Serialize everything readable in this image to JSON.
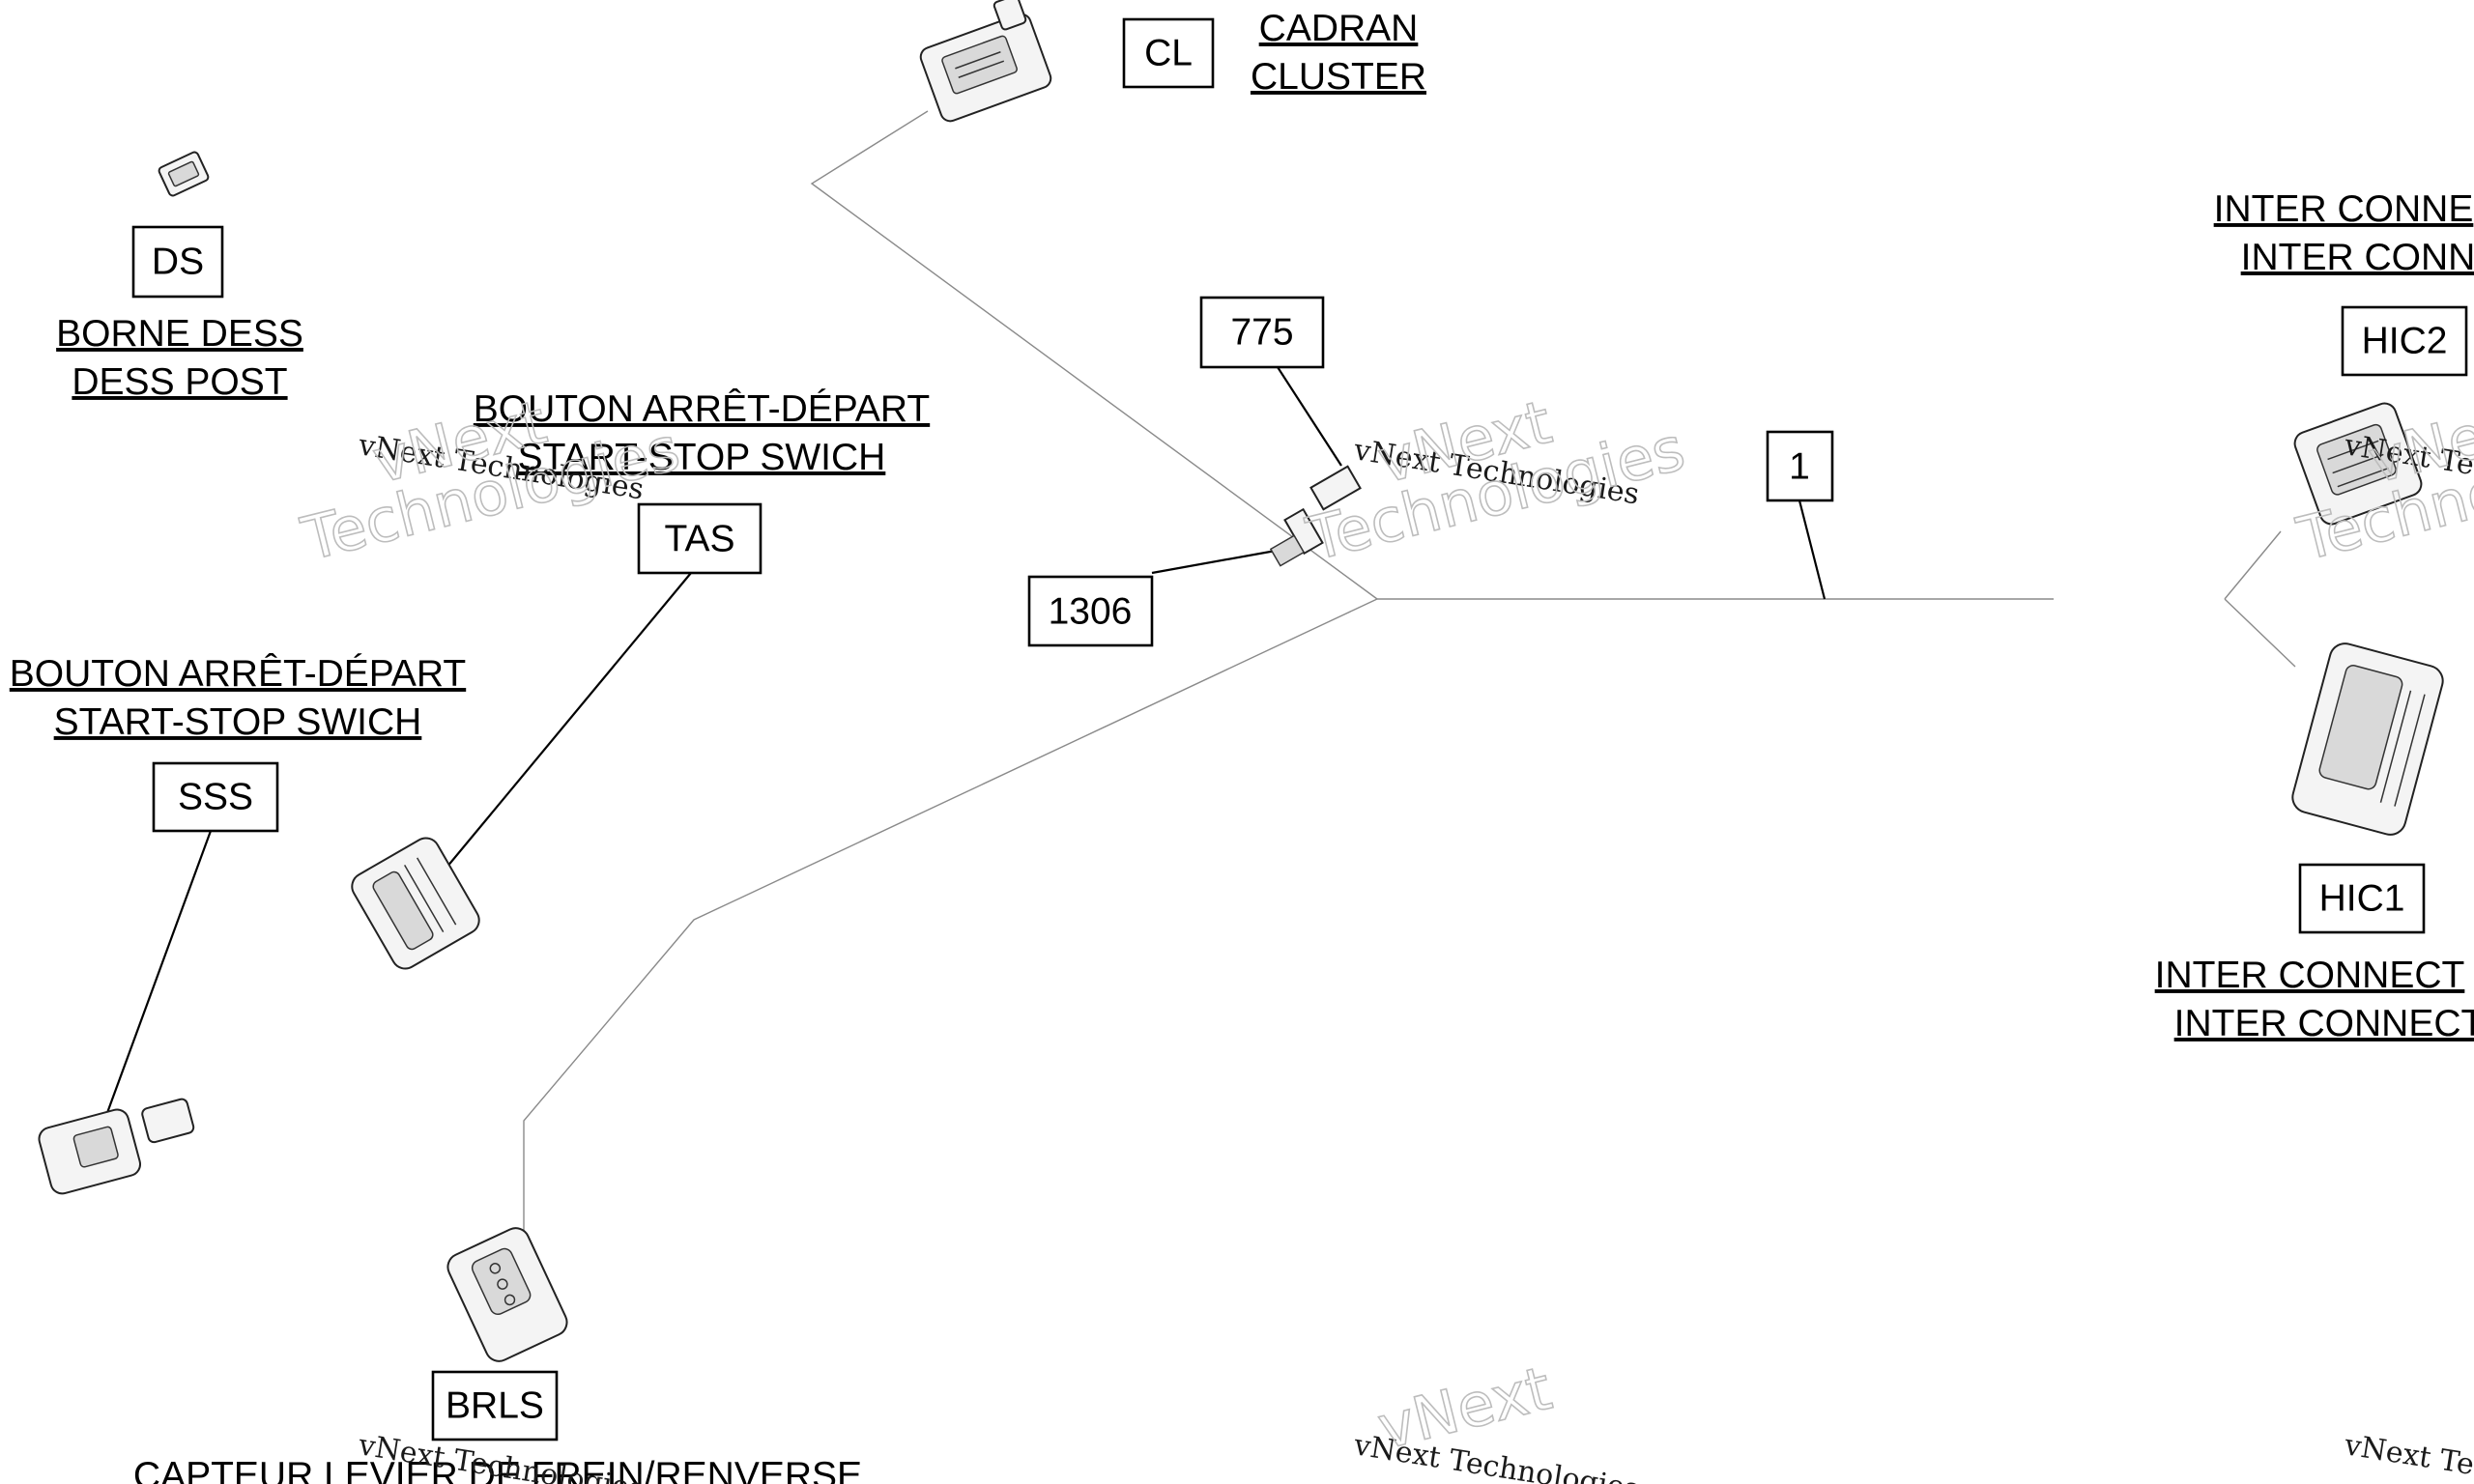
{
  "labels": {
    "cl": {
      "code": "CL",
      "caption": [
        "CADRAN",
        "CLUSTER"
      ]
    },
    "ds": {
      "code": "DS",
      "caption": [
        "BORNE DESS",
        "DESS POST"
      ]
    },
    "tas": {
      "code": "TAS",
      "caption": [
        "BOUTON ARRÊT-DÉPART",
        "START-STOP SWICH"
      ]
    },
    "sss": {
      "code": "SSS",
      "caption": [
        "BOUTON ARRÊT-DÉPART",
        "START-STOP SWICH"
      ]
    },
    "brls": {
      "code": "BRLS",
      "caption": [
        "CAPTEUR LEVIER DE FREIN/RENVERSE"
      ]
    },
    "hic2": {
      "code": "HIC2",
      "caption": [
        "INTER CONNE",
        "INTER CONN"
      ]
    },
    "hic1": {
      "code": "HIC1",
      "caption": [
        "INTER CONNECT",
        "INTER CONNECT"
      ]
    },
    "p775": {
      "code": "775"
    },
    "p1306": {
      "code": "1306"
    },
    "p1": {
      "code": "1"
    }
  },
  "watermark": {
    "small": "vNext Technologies",
    "big_line1": "vNext",
    "big_line2": "Technologies"
  }
}
